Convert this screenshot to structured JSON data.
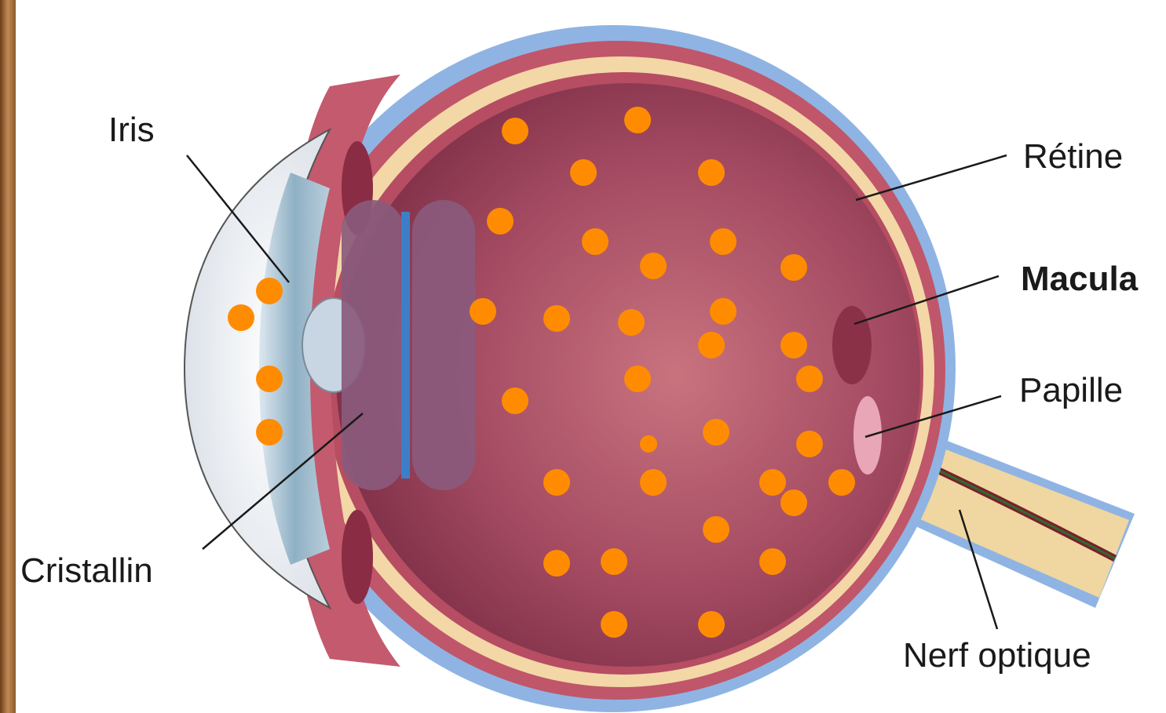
{
  "labels": {
    "iris": "Iris",
    "cristallin": "Cristallin",
    "retine": "Rétine",
    "macula": "Macula",
    "papille": "Papille",
    "nerf_optique": "Nerf optique"
  },
  "colors": {
    "dots": "#ff8c00",
    "overlay": "#8a5a7c",
    "overlay_line": "#3d7ec9",
    "sclera": "#8fb4e3",
    "choroid": "#c0566a",
    "retina": "#f3d7a7",
    "vitreous": "#9b4158",
    "nerve": "#f0d6a0",
    "cornea": "#e8eaee",
    "left_strip": "#a06a3a"
  },
  "icons": [
    "eye-anatomy-illustration"
  ]
}
